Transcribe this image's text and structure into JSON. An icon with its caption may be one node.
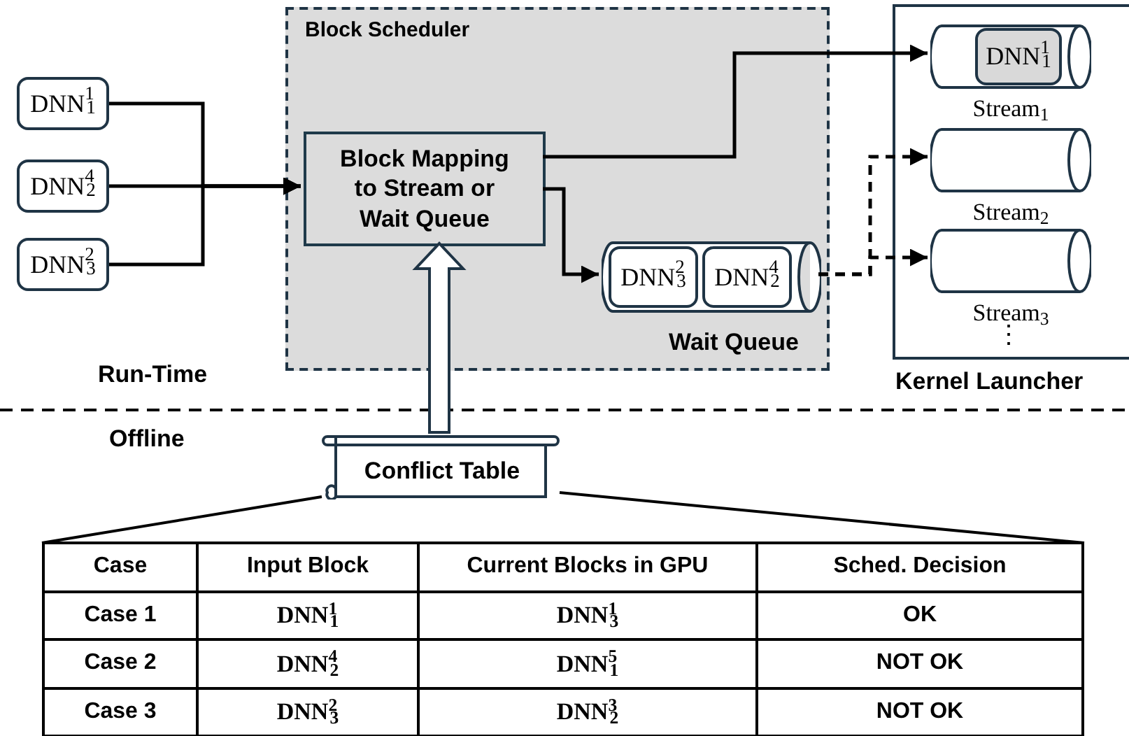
{
  "diagram": {
    "nodes": [
      {
        "text": [
          "Block Scheduler"
        ]
      },
      {
        "text": [
          "DNN$^{1}$$_{1}$"
        ]
      },
      {
        "text": [
          "DNN$^{4}$$_{2}$"
        ]
      },
      {
        "text": [
          "DNN$^{2}$$_{3}$"
        ]
      },
      {
        "text": [
          "Block Mapping to Stream or Wait Queue"
        ],
        "in": 0
      },
      {
        "text": [
          "Wait Queue"
        ],
        "in": 0
      },
      {
        "text": [
          "DNN$^{2}$$_{3}$"
        ],
        "in": 5
      },
      {
        "text": [
          "DNN$^{4}$$_{2}$"
        ],
        "in": 5
      },
      {
        "text": [
          "Kernel Launcher"
        ]
      },
      {
        "text": [
          "Stream$_{1}$"
        ],
        "in": 8
      },
      {
        "text": [
          "DNN$^{1}$$_{1}$"
        ],
        "in": 9
      },
      {
        "text": [
          "Stream$_{2}$"
        ],
        "in": 8
      },
      {
        "text": [
          "Stream$_{3}$"
        ],
        "in": 8
      },
      {
        "text": [
          "Conflict Table"
        ]
      }
    ],
    "edges": [
      {
        "from": 1,
        "to": 4,
        "arrow": "to"
      },
      {
        "from": 2,
        "to": 4,
        "arrow": "to"
      },
      {
        "from": 3,
        "to": 4,
        "arrow": "to"
      },
      {
        "from": 4,
        "to": 9,
        "arrow": "to"
      },
      {
        "from": 4,
        "to": 5,
        "arrow": "to"
      },
      {
        "from": 5,
        "to": 11,
        "arrow": "to",
        "style": "dashed"
      },
      {
        "from": 5,
        "to": 12,
        "arrow": "to",
        "style": "dashed"
      },
      {
        "from": 13,
        "to": 4,
        "arrow": "to",
        "style": "thick"
      }
    ],
    "labels": [
      "Run-Time",
      "Offline",
      "⋮",
      "Case",
      "Input Block",
      "Current Blocks in GPU",
      "Sched. Decision",
      "Case 1",
      "DNN$^{1}$$_{1}$",
      "DNN$^{1}$$_{3}$",
      "OK",
      "Case 2",
      "DNN$^{4}$$_{2}$",
      "DNN$^{5}$$_{1}$",
      "NOT OK",
      "Case 3",
      "DNN$^{2}$$_{3}$",
      "DNN$^{3}$$_{2}$",
      "NOT OK"
    ]
  }
}
